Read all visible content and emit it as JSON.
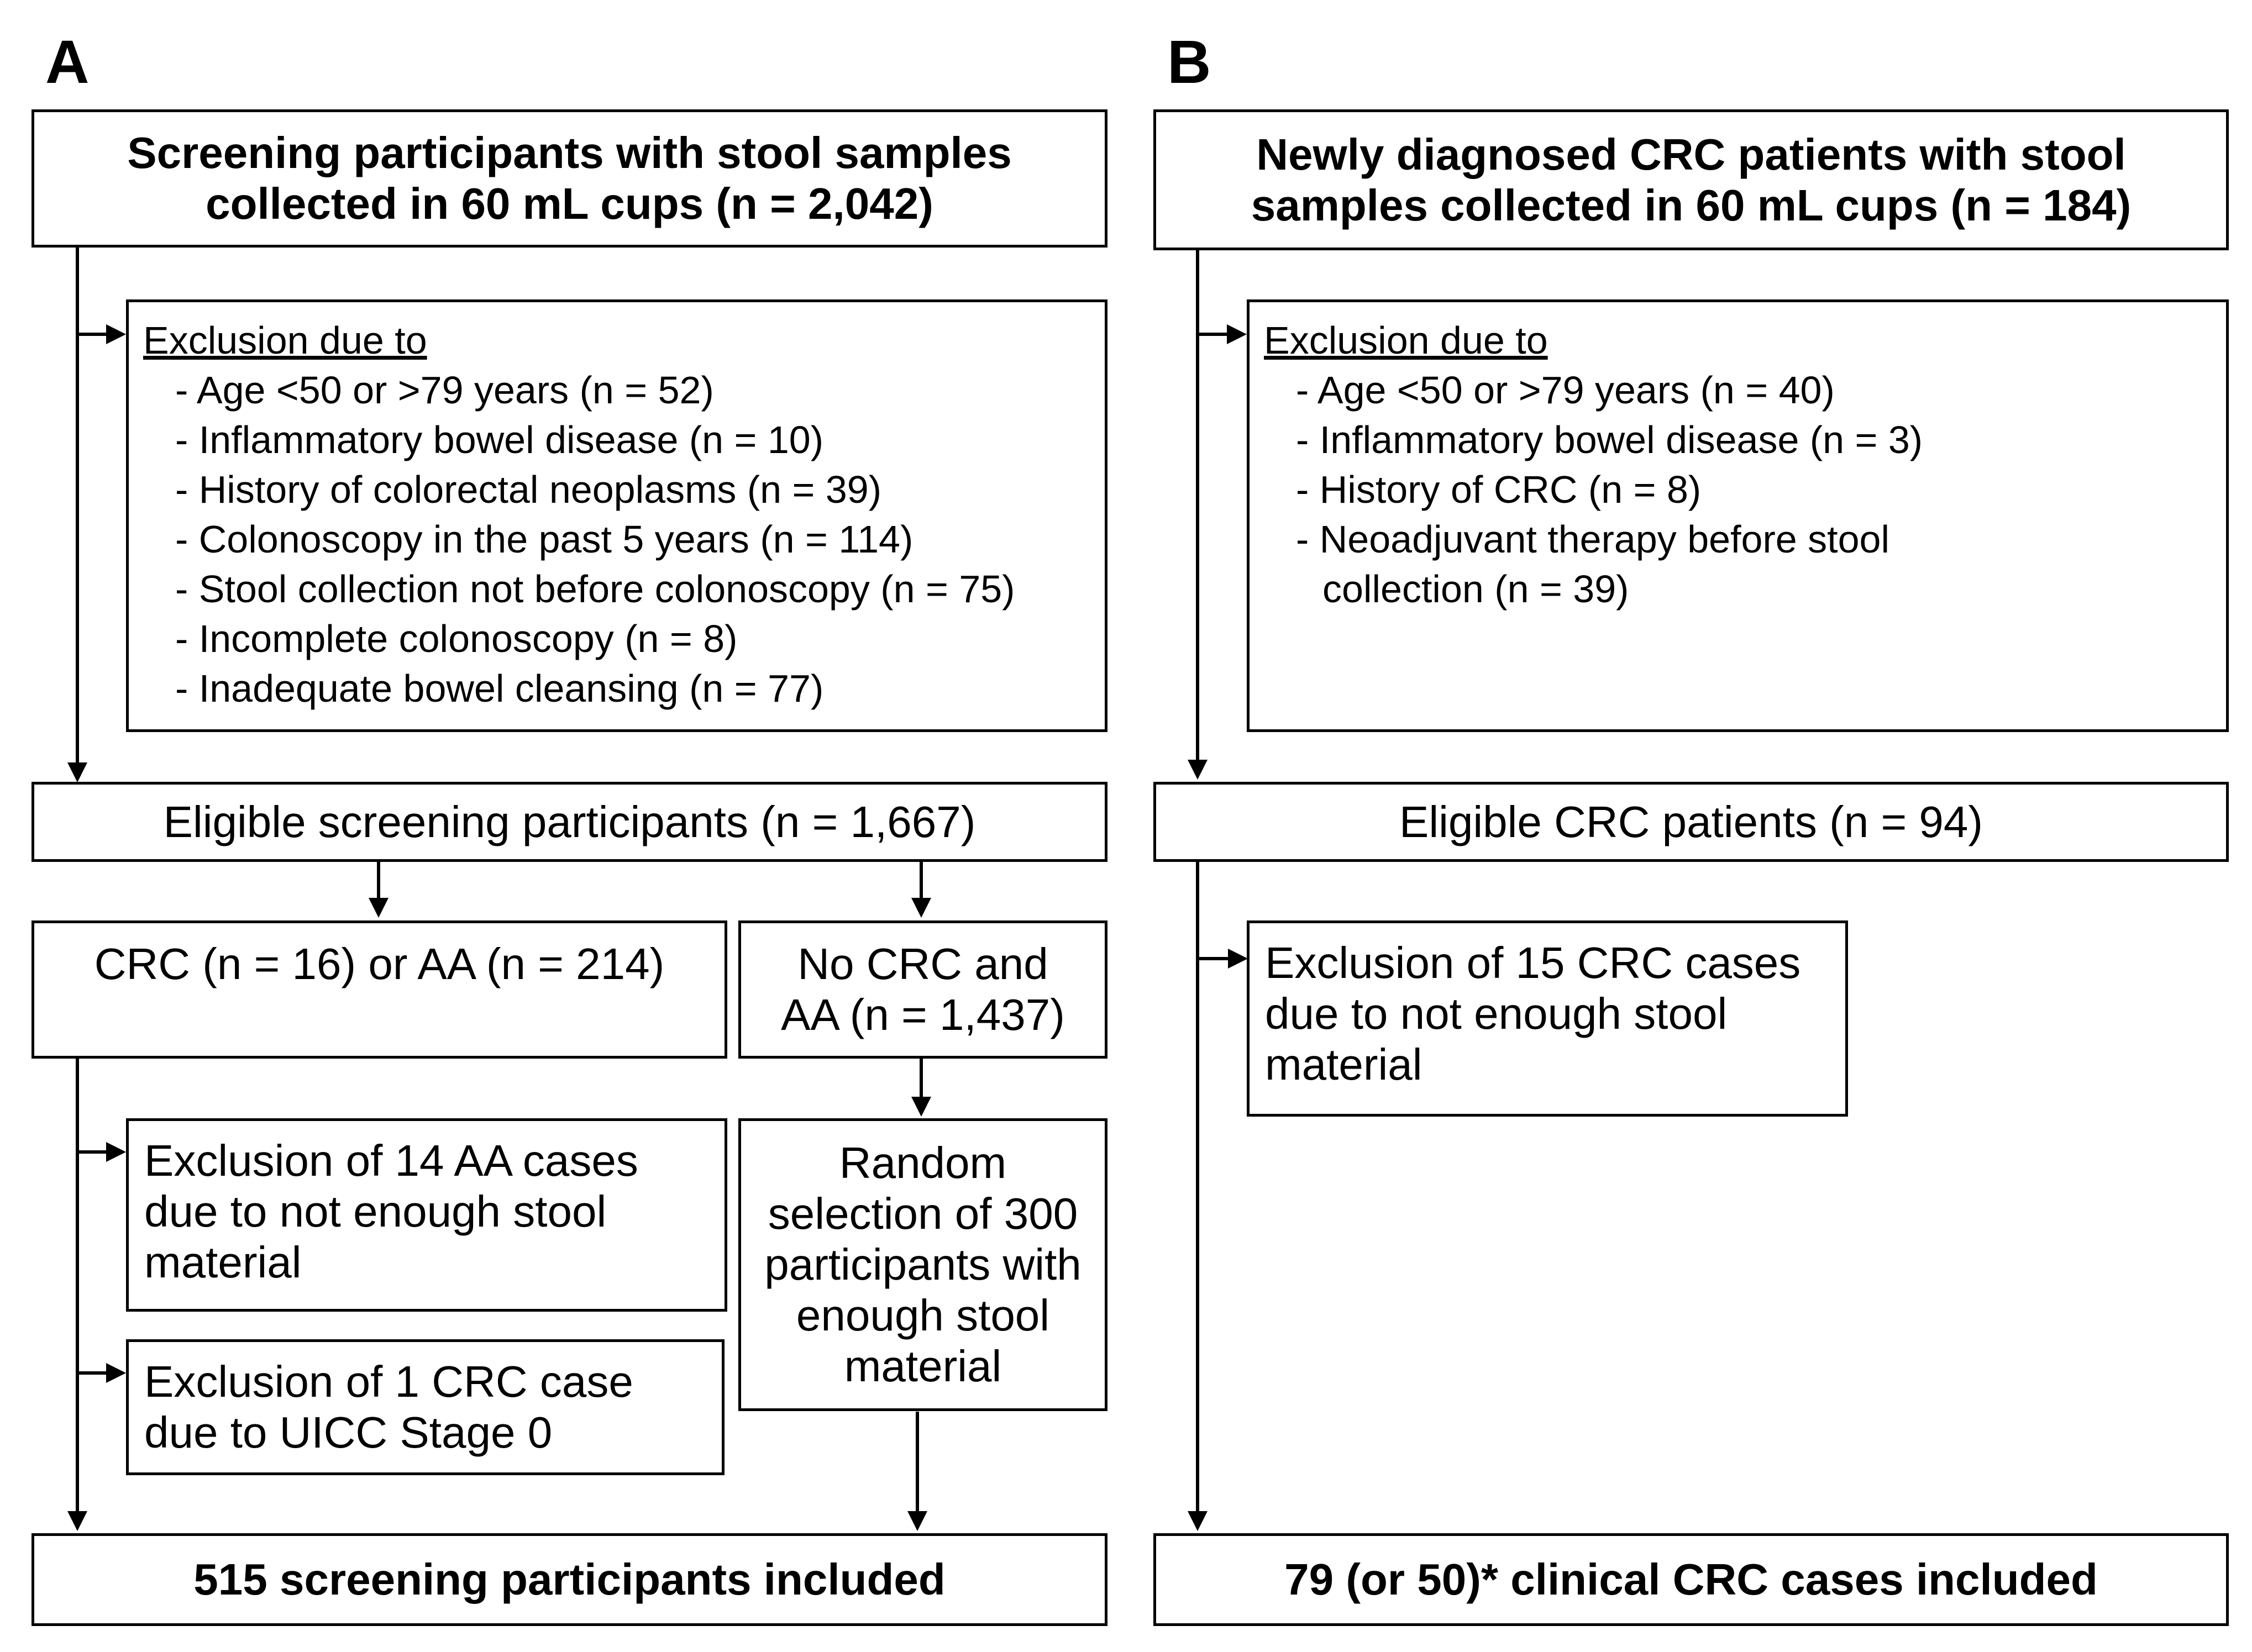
{
  "panels": {
    "A": {
      "label": "A",
      "top_box": {
        "line1": "Screening participants with stool samples",
        "line2": "collected in 60 mL cups (n = 2,042)"
      },
      "exclusion": {
        "heading": "Exclusion due to",
        "items": [
          "- Age <50 or >79 years (n = 52)",
          "- Inflammatory bowel disease (n = 10)",
          "- History of colorectal neoplasms (n = 39)",
          "- Colonoscopy in the past 5 years (n = 114)",
          "- Stool collection not before colonoscopy (n = 75)",
          "- Incomplete colonoscopy (n = 8)",
          "- Inadequate bowel cleansing (n = 77)"
        ]
      },
      "eligible": "Eligible screening participants (n = 1,667)",
      "crc_aa": "CRC (n = 16) or AA (n = 214)",
      "no_crc": {
        "line1": "No CRC and",
        "line2": "AA (n = 1,437)"
      },
      "excl_aa": {
        "line1": "Exclusion of 14 AA cases",
        "line2": "due to not enough stool",
        "line3": "material"
      },
      "excl_crc": {
        "line1": "Exclusion of 1 CRC case",
        "line2": "due to UICC Stage 0"
      },
      "random": {
        "line1": "Random",
        "line2": "selection of 300",
        "line3": "participants with",
        "line4": "enough stool",
        "line5": "material"
      },
      "included": "515 screening participants included"
    },
    "B": {
      "label": "B",
      "top_box": {
        "line1": "Newly diagnosed CRC patients with stool",
        "line2": "samples collected in 60 mL cups (n = 184)"
      },
      "exclusion": {
        "heading": "Exclusion due to",
        "items": [
          "- Age <50 or >79 years (n = 40)",
          "- Inflammatory bowel disease (n = 3)",
          "- History of CRC (n = 8)",
          "- Neoadjuvant therapy before stool"
        ],
        "continuation": "collection (n = 39)"
      },
      "eligible": "Eligible CRC patients (n = 94)",
      "excl_stool": {
        "line1": "Exclusion of 15 CRC cases",
        "line2": "due to not enough stool",
        "line3": "material"
      },
      "included": "79 (or 50)* clinical CRC cases included"
    }
  }
}
